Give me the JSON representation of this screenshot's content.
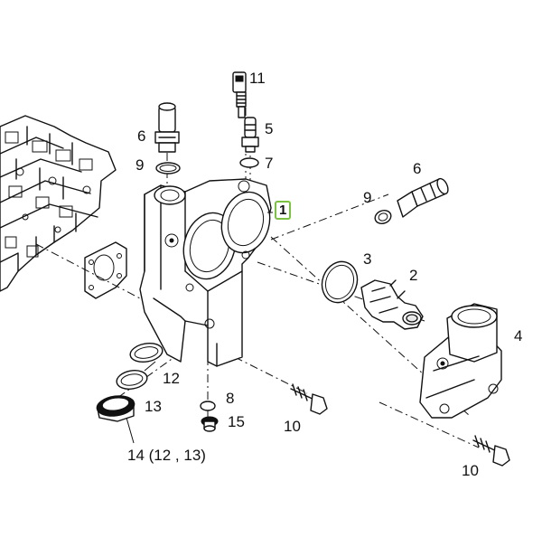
{
  "labels": {
    "l1": "1",
    "l2": "2",
    "l3": "3",
    "l4": "4",
    "l5": "5",
    "l6a": "6",
    "l6b": "6",
    "l7": "7",
    "l8": "8",
    "l9a": "9",
    "l9b": "9",
    "l10a": "10",
    "l10b": "10",
    "l11": "11",
    "l12": "12",
    "l13": "13",
    "l14": "14 (12 , 13)",
    "l15": "15"
  },
  "colors": {
    "highlight": "#7cc242",
    "line": "#111111",
    "background": "#ffffff"
  }
}
